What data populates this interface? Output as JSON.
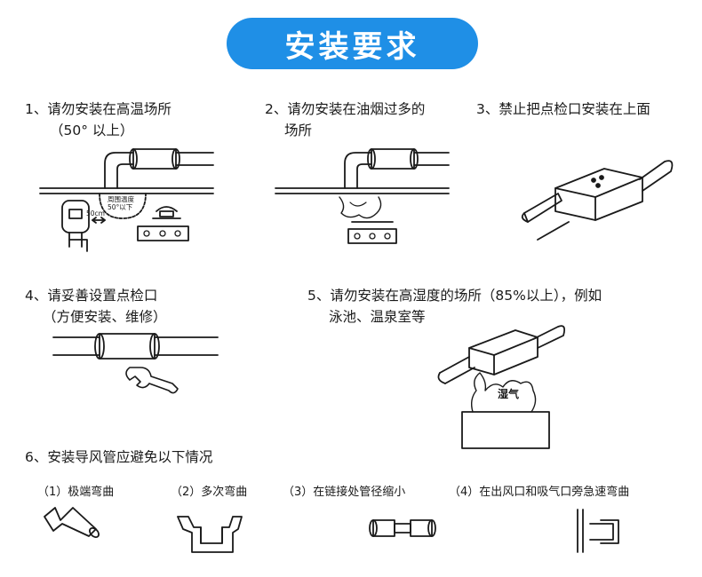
{
  "title": "安装要求",
  "items": [
    {
      "line1": "1、请勿安装在高温场所",
      "line2": "（50° 以上）"
    },
    {
      "line1": "2、请勿安装在油烟过多的",
      "line2": "场所"
    },
    {
      "line1": "3、禁止把点检口安装在上面"
    },
    {
      "line1": "4、请妥善设置点检口",
      "line2": "（方便安装、维修）"
    },
    {
      "line1": "5、请勿安装在高湿度的场所（85%以上），例如",
      "line2": "泳池、温泉室等"
    },
    {
      "line1": "6、安装导风管应避免以下情况"
    }
  ],
  "fig1_labels": {
    "temp_line1": "周围温度",
    "temp_line2": "50°以下",
    "distance": "50cm"
  },
  "fig5_label": "湿气",
  "duct_cases": [
    "（1）极端弯曲",
    "（2）多次弯曲",
    "（3）在链接处管径缩小",
    "（4）在出风口和吸气口旁急速弯曲"
  ],
  "colors": {
    "title_bg": "#1f8fe6",
    "title_text": "#ffffff",
    "line": "#1a1a1a"
  }
}
